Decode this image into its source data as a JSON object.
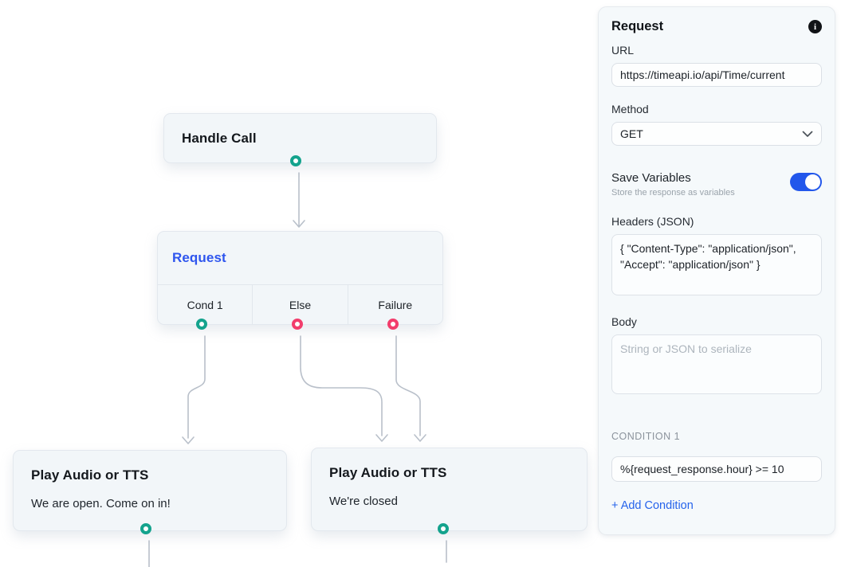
{
  "flow": {
    "handle_call": {
      "title": "Handle Call"
    },
    "request": {
      "title": "Request",
      "outputs": [
        "Cond 1",
        "Else",
        "Failure"
      ]
    },
    "play_open": {
      "title": "Play Audio or TTS",
      "subtitle": "We are open. Come on in!"
    },
    "play_closed": {
      "title": "Play Audio or TTS",
      "subtitle": "We're closed"
    }
  },
  "panel": {
    "title": "Request",
    "url": {
      "label": "URL",
      "value": "https://timeapi.io/api/Time/current"
    },
    "method": {
      "label": "Method",
      "value": "GET"
    },
    "save_variables": {
      "label": "Save Variables",
      "description": "Store the response as variables",
      "enabled": true
    },
    "headers": {
      "label": "Headers (JSON)",
      "value": "{ \"Content-Type\": \"application/json\", \"Accept\": \"application/json\" }"
    },
    "body": {
      "label": "Body",
      "placeholder": "String or JSON to serialize",
      "value": ""
    },
    "condition": {
      "label": "CONDITION 1",
      "value": "%{request_response.hour} >= 10"
    },
    "add_condition_label": "+ Add Condition",
    "info_icon_glyph": "i"
  },
  "colors": {
    "accent_blue": "#2563eb",
    "node_title_blue": "#2e55ee",
    "port_teal": "#14a38d",
    "port_pink": "#f23d6c",
    "edge_gray": "#b9c0ca",
    "node_bg": "#f2f6f9",
    "panel_bg": "#f5f9fb"
  }
}
